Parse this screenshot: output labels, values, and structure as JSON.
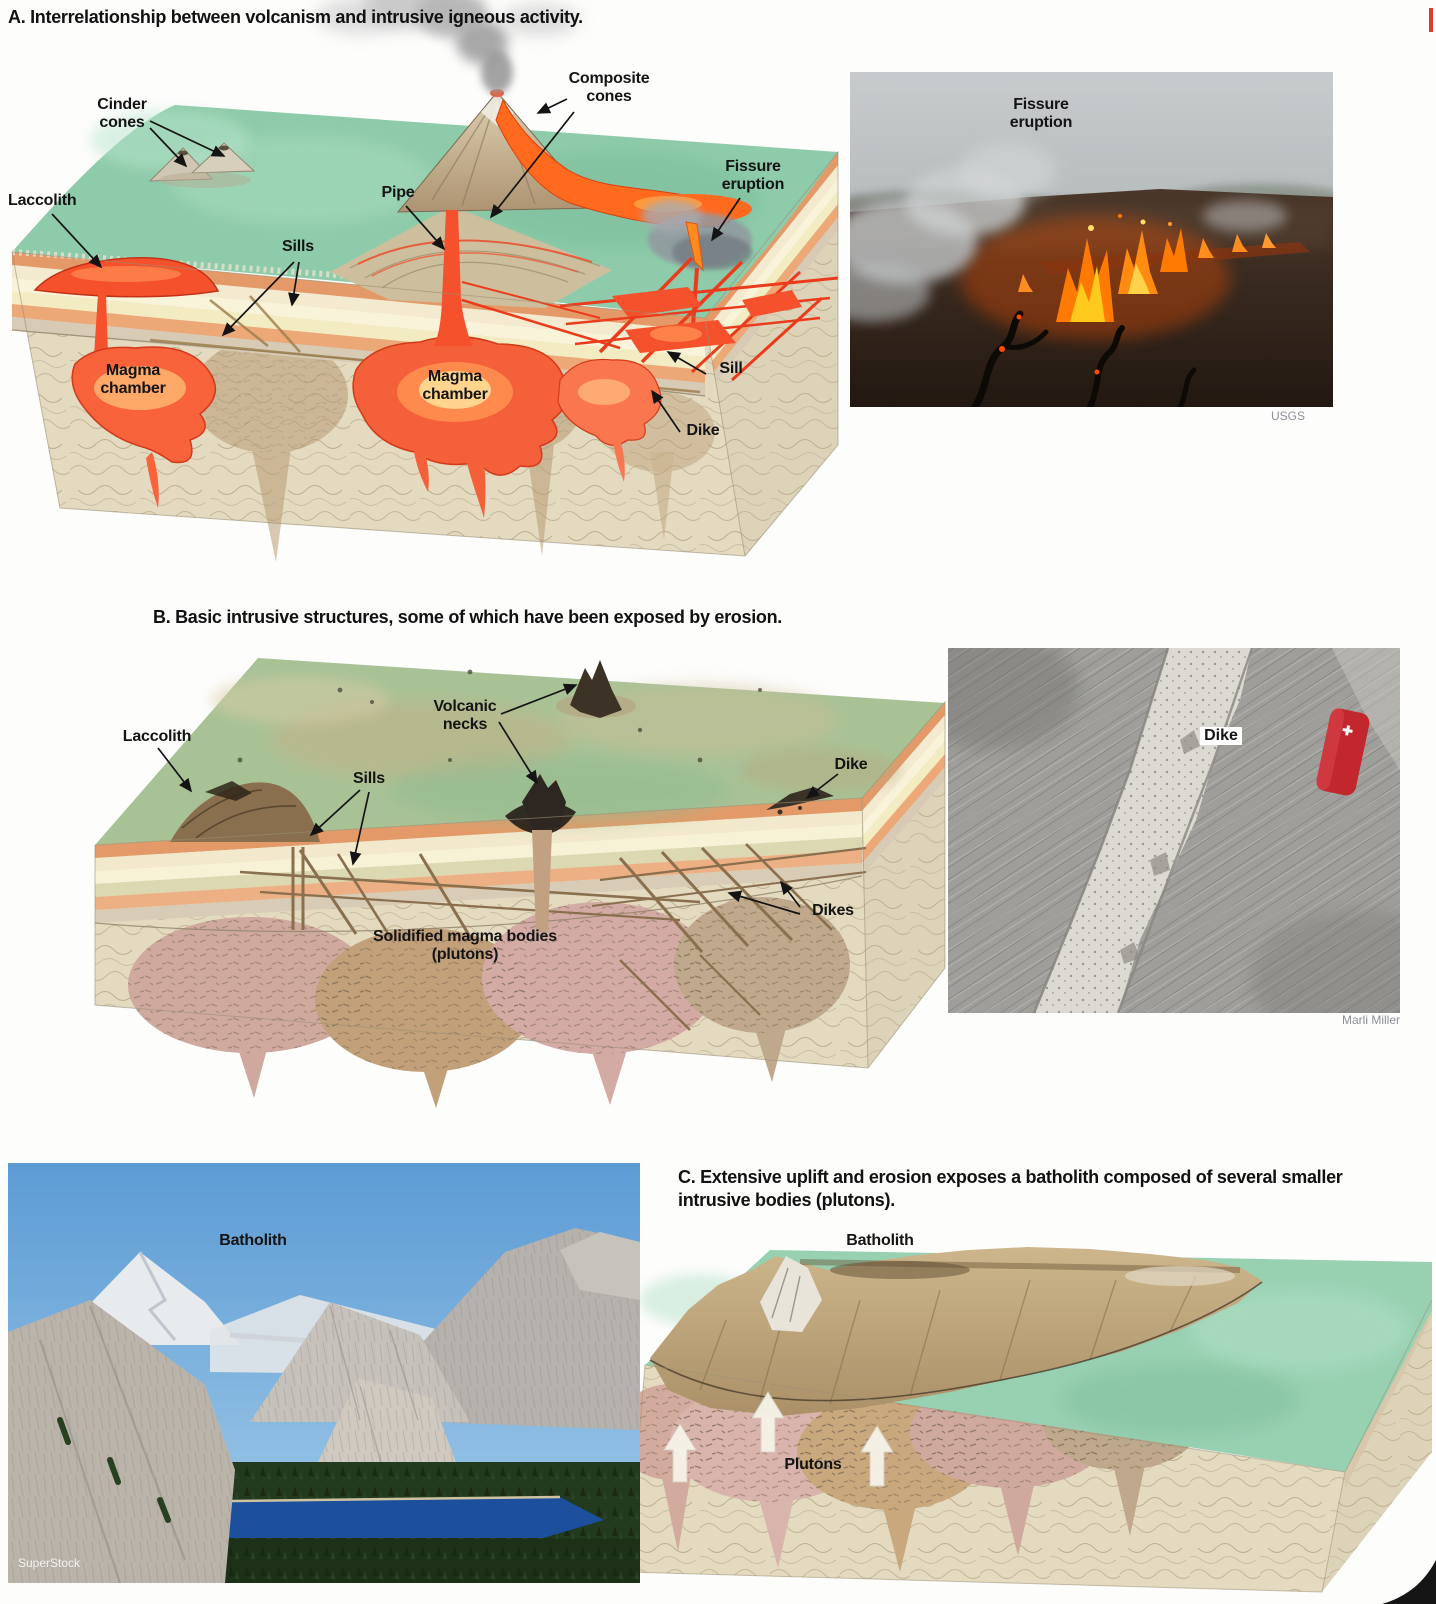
{
  "figure": {
    "panel_a": {
      "title": "A. Interrelationship between volcanism and intrusive igneous activity.",
      "diagram_labels": {
        "cinder_cones": "Cinder\ncones",
        "laccolith": "Laccolith",
        "pipe": "Pipe",
        "sills": "Sills",
        "composite_cones": "Composite\ncones",
        "fissure_eruption": "Fissure\neruption",
        "magma_chamber_left": "Magma\nchamber",
        "magma_chamber_center": "Magma\nchamber",
        "sill": "Sill",
        "dike": "Dike"
      },
      "photo": {
        "caption": "Fissure\neruption",
        "credit": "USGS"
      }
    },
    "panel_b": {
      "title": "B. Basic intrusive structures, some of which have been exposed by erosion.",
      "diagram_labels": {
        "laccolith": "Laccolith",
        "volcanic_necks": "Volcanic\nnecks",
        "sills": "Sills",
        "dike": "Dike",
        "dikes": "Dikes",
        "solidified_magma_bodies": "Solidified magma bodies\n(plutons)"
      },
      "photo": {
        "caption": "Dike",
        "credit": "Marli Miller"
      }
    },
    "panel_c": {
      "title": "C. Extensive uplift and erosion exposes a batholith composed of several smaller\nintrusive bodies (plutons).",
      "diagram_labels": {
        "batholith": "Batholith",
        "plutons": "Plutons"
      },
      "photo": {
        "caption": "Batholith",
        "credit": "SuperStock"
      }
    },
    "colors": {
      "magma_red": "#f4512c",
      "magma_glow": "#ffd890",
      "surface_green": "#8ecbaa",
      "rock_beige": "#e3dac0",
      "pluton_pink": "#d3aba4",
      "pluton_tan": "#c2a07a",
      "label_text": "#141414",
      "credit_gray": "#8a9096",
      "credit_white": "#f2f2f2"
    }
  }
}
